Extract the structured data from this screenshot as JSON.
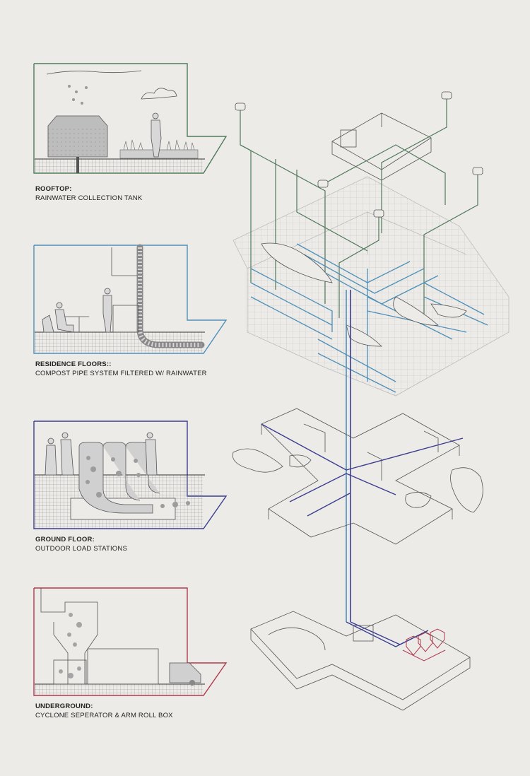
{
  "sections": [
    {
      "id": "rooftop",
      "title": "ROOFTOP:",
      "subtitle": "RAINWATER COLLECTION TANK"
    },
    {
      "id": "residence",
      "title": "RESIDENCE FLOORS::",
      "subtitle": "COMPOST PIPE SYSTEM FILTERED W/ RAINWATER"
    },
    {
      "id": "ground",
      "title": "GROUND FLOOR:",
      "subtitle": "OUTDOOR LOAD STATIONS"
    },
    {
      "id": "underground",
      "title": "UNDERGROUND:",
      "subtitle": "CYCLONE SEPERATOR & ARM ROLL BOX"
    }
  ],
  "colors": {
    "background": "#ecebe8",
    "line": "#3a3a3a",
    "rooftop": "#4f7a5a",
    "residence": "#4e8fb8",
    "ground": "#3b3d8f",
    "underground": "#b03a4e",
    "grid": "#b9b9b9"
  }
}
